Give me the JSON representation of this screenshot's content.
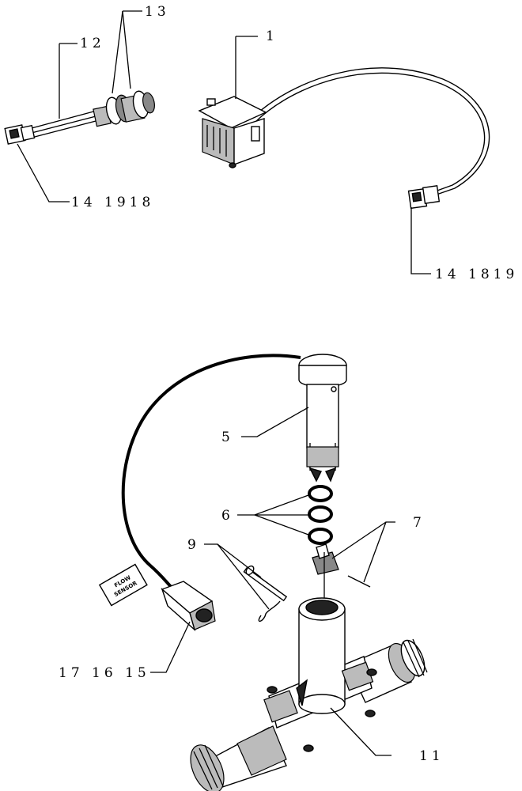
{
  "callouts": {
    "c1": "1",
    "c12": "12",
    "c13": "13",
    "c14_19_18": "14 1918",
    "c14_18_19": "14 1819",
    "c5": "5",
    "c6": "6",
    "c7": "7",
    "c9": "9",
    "c17_16_15": "17 16 15",
    "c11": "11"
  },
  "tag": {
    "line1": "FLOW",
    "line2": "SENSOR"
  }
}
